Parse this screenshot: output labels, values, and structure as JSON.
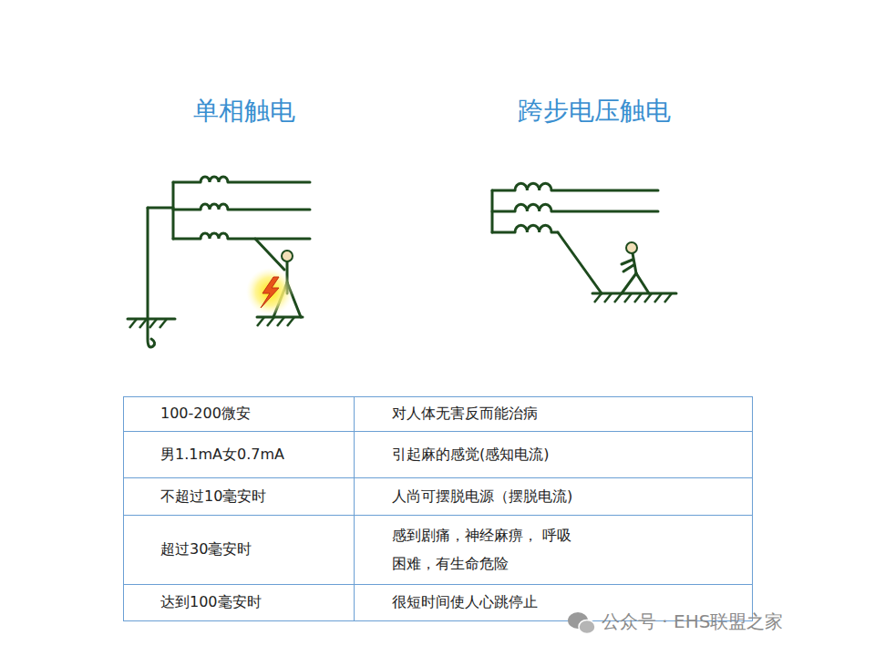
{
  "diagram": {
    "labels": [
      "单相触电",
      "跨步电压触电",
      "100-200微安",
      "对人体无害反而能治病",
      "男1.1mA女0.7mA",
      "引起麻的感觉(感知电流)",
      "不超过10毫安时",
      "人尚可摆脱电源（摆脱电流)",
      "超过30毫安时",
      "感到剧痛，神经麻痹， 呼吸困难，有生命危险",
      "达到100毫安时",
      "很短时间使人心跳停止",
      "公众号 · EHS联盟之家"
    ]
  }
}
